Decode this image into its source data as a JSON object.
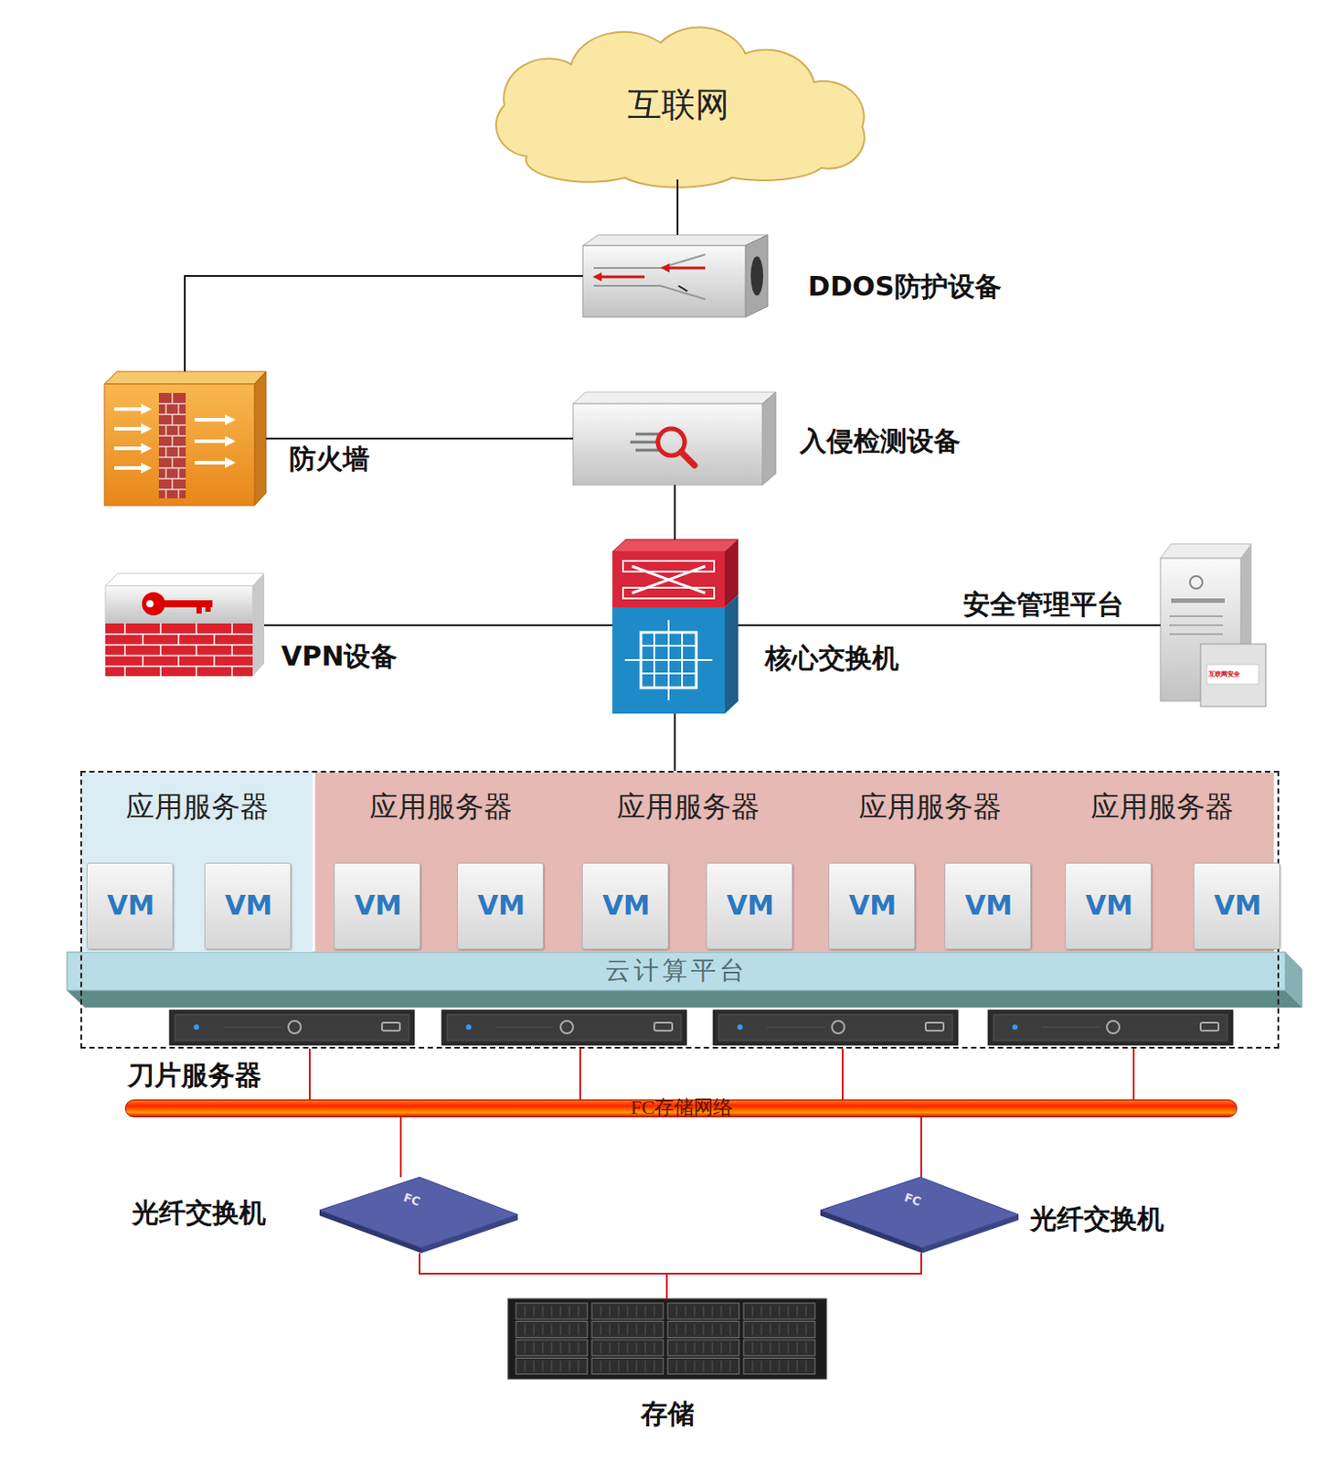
{
  "diagram": {
    "nodes": [
      {
        "text": [
          "互联网"
        ]
      },
      {
        "text": [
          "DDOS防护设备"
        ]
      },
      {
        "text": [
          "防火墙"
        ]
      },
      {
        "text": [
          "入侵检测设备"
        ]
      },
      {
        "text": [
          "VPN设备"
        ]
      },
      {
        "text": [
          "核心交换机"
        ]
      },
      {
        "text": [
          "安全管理平台"
        ]
      },
      {
        "text": [
          "刀片服务器"
        ]
      },
      {
        "text": [
          "应用服务器"
        ],
        "in": 7
      },
      {
        "text": [
          "VM"
        ],
        "in": 8
      },
      {
        "text": [
          "VM"
        ],
        "in": 8
      },
      {
        "text": [
          "应用服务器"
        ],
        "in": 7
      },
      {
        "text": [
          "VM"
        ],
        "in": 11
      },
      {
        "text": [
          "VM"
        ],
        "in": 11
      },
      {
        "text": [
          "应用服务器"
        ],
        "in": 7
      },
      {
        "text": [
          "VM"
        ],
        "in": 14
      },
      {
        "text": [
          "VM"
        ],
        "in": 14
      },
      {
        "text": [
          "应用服务器"
        ],
        "in": 7
      },
      {
        "text": [
          "VM"
        ],
        "in": 17
      },
      {
        "text": [
          "VM"
        ],
        "in": 17
      },
      {
        "text": [
          "应用服务器"
        ],
        "in": 7
      },
      {
        "text": [
          "VM"
        ],
        "in": 20
      },
      {
        "text": [
          "VM"
        ],
        "in": 20
      },
      {
        "text": [
          "云计算平台"
        ],
        "in": 7
      },
      {
        "text": [
          "FC存储网络"
        ]
      },
      {
        "text": [
          "FC",
          "光纤交换机"
        ]
      },
      {
        "text": [
          "FC",
          "光纤交换机"
        ]
      },
      {
        "text": [
          "存储"
        ]
      }
    ],
    "edges": [
      {
        "from": 0,
        "to": 1,
        "arrow": "none"
      },
      {
        "from": 1,
        "to": 2,
        "arrow": "none"
      },
      {
        "from": 2,
        "to": 3,
        "arrow": "none"
      },
      {
        "from": 3,
        "to": 5,
        "arrow": "none"
      },
      {
        "from": 4,
        "to": 5,
        "arrow": "none"
      },
      {
        "from": 5,
        "to": 6,
        "arrow": "none"
      },
      {
        "from": 5,
        "to": 7,
        "arrow": "none"
      },
      {
        "from": 7,
        "to": 24,
        "arrow": "none"
      },
      {
        "from": 24,
        "to": 25,
        "arrow": "none"
      },
      {
        "from": 24,
        "to": 26,
        "arrow": "none"
      },
      {
        "from": 25,
        "to": 27,
        "arrow": "none"
      },
      {
        "from": 26,
        "to": 27,
        "arrow": "none"
      }
    ],
    "labels": [
      "互联网安全"
    ]
  }
}
